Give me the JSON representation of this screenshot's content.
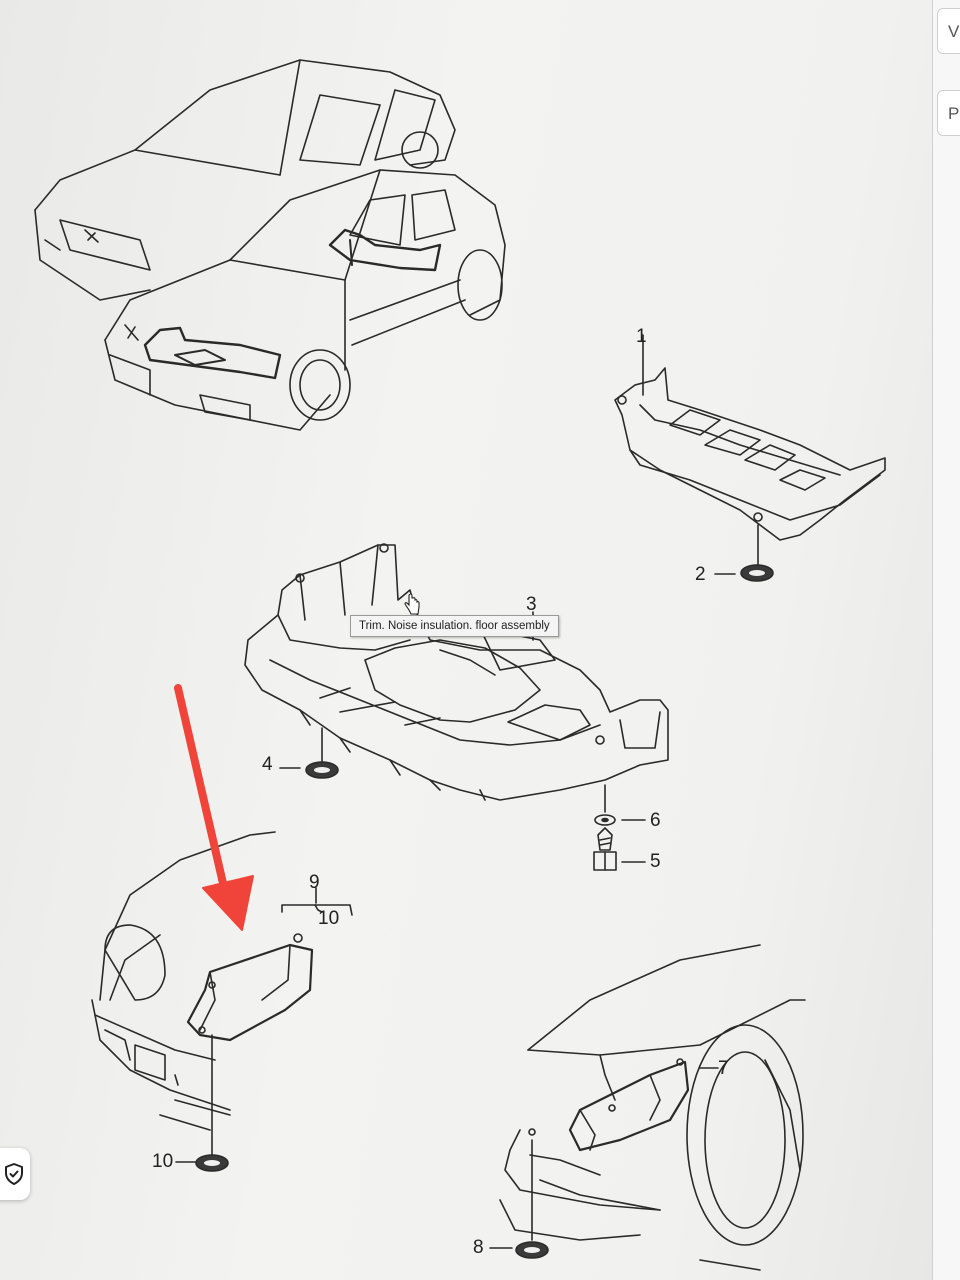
{
  "side_panel": {
    "items": [
      {
        "label": "V"
      },
      {
        "label": "P"
      }
    ]
  },
  "tooltip": {
    "text": "Trim. Noise insulation. floor assembly"
  },
  "callouts": [
    "1",
    "2",
    "3",
    "4",
    "5",
    "6",
    "7",
    "8",
    "9",
    "10",
    "10"
  ],
  "colors": {
    "arrow": "#f0443a",
    "line": "#2a2a2a"
  },
  "icons": {
    "cursor": "hand-pointer-icon",
    "shield": "shield-check-icon"
  }
}
